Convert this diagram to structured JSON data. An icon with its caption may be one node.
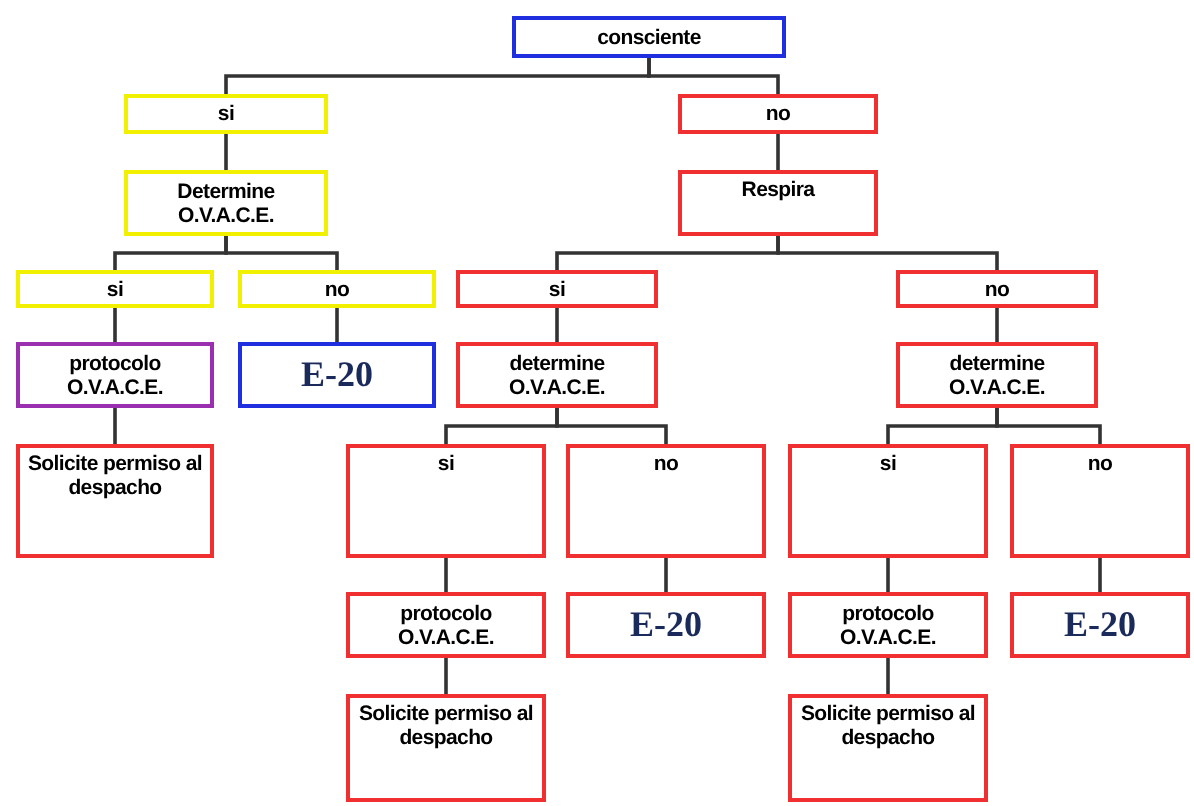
{
  "diagram": {
    "nodes": [
      {
        "text": [
          "consciente"
        ]
      },
      {
        "text": [
          "si"
        ]
      },
      {
        "text": [
          "no"
        ]
      },
      {
        "text": [
          "Determine O.V.A.C.E."
        ]
      },
      {
        "text": [
          "Respira"
        ]
      },
      {
        "text": [
          "si"
        ]
      },
      {
        "text": [
          "no"
        ]
      },
      {
        "text": [
          "si"
        ]
      },
      {
        "text": [
          "no"
        ]
      },
      {
        "text": [
          "protocolo O.V.A.C.E."
        ]
      },
      {
        "text": [
          "E-20"
        ]
      },
      {
        "text": [
          "determine O.V.A.C.E."
        ]
      },
      {
        "text": [
          "determine O.V.A.C.E."
        ]
      },
      {
        "text": [
          "Solicite permiso al despacho"
        ]
      },
      {
        "text": [
          "si"
        ]
      },
      {
        "text": [
          "no"
        ]
      },
      {
        "text": [
          "si"
        ]
      },
      {
        "text": [
          "no"
        ]
      },
      {
        "text": [
          "protocolo O.V.A.C.E."
        ]
      },
      {
        "text": [
          "E-20"
        ]
      },
      {
        "text": [
          "protocolo O.V.A.C.E."
        ]
      },
      {
        "text": [
          "E-20"
        ]
      },
      {
        "text": [
          "Solicite permiso al despacho"
        ]
      },
      {
        "text": [
          "Solicite permiso al despacho"
        ]
      }
    ],
    "edges": [
      {
        "from": 0,
        "to": 1,
        "arrow": "none"
      },
      {
        "from": 0,
        "to": 2,
        "arrow": "none"
      },
      {
        "from": 1,
        "to": 3,
        "arrow": "none"
      },
      {
        "from": 2,
        "to": 4,
        "arrow": "none"
      },
      {
        "from": 3,
        "to": 5,
        "arrow": "none"
      },
      {
        "from": 3,
        "to": 6,
        "arrow": "none"
      },
      {
        "from": 4,
        "to": 7,
        "arrow": "none"
      },
      {
        "from": 4,
        "to": 8,
        "arrow": "none"
      },
      {
        "from": 5,
        "to": 9,
        "arrow": "none"
      },
      {
        "from": 6,
        "to": 10,
        "arrow": "none"
      },
      {
        "from": 7,
        "to": 11,
        "arrow": "none"
      },
      {
        "from": 8,
        "to": 12,
        "arrow": "none"
      },
      {
        "from": 9,
        "to": 13,
        "arrow": "none"
      },
      {
        "from": 11,
        "to": 14,
        "arrow": "none"
      },
      {
        "from": 11,
        "to": 15,
        "arrow": "none"
      },
      {
        "from": 12,
        "to": 16,
        "arrow": "none"
      },
      {
        "from": 12,
        "to": 17,
        "arrow": "none"
      },
      {
        "from": 14,
        "to": 18,
        "arrow": "none"
      },
      {
        "from": 15,
        "to": 19,
        "arrow": "none"
      },
      {
        "from": 16,
        "to": 20,
        "arrow": "none"
      },
      {
        "from": 17,
        "to": 21,
        "arrow": "none"
      },
      {
        "from": 18,
        "to": 22,
        "arrow": "none"
      },
      {
        "from": 20,
        "to": 23,
        "arrow": "none"
      }
    ]
  }
}
